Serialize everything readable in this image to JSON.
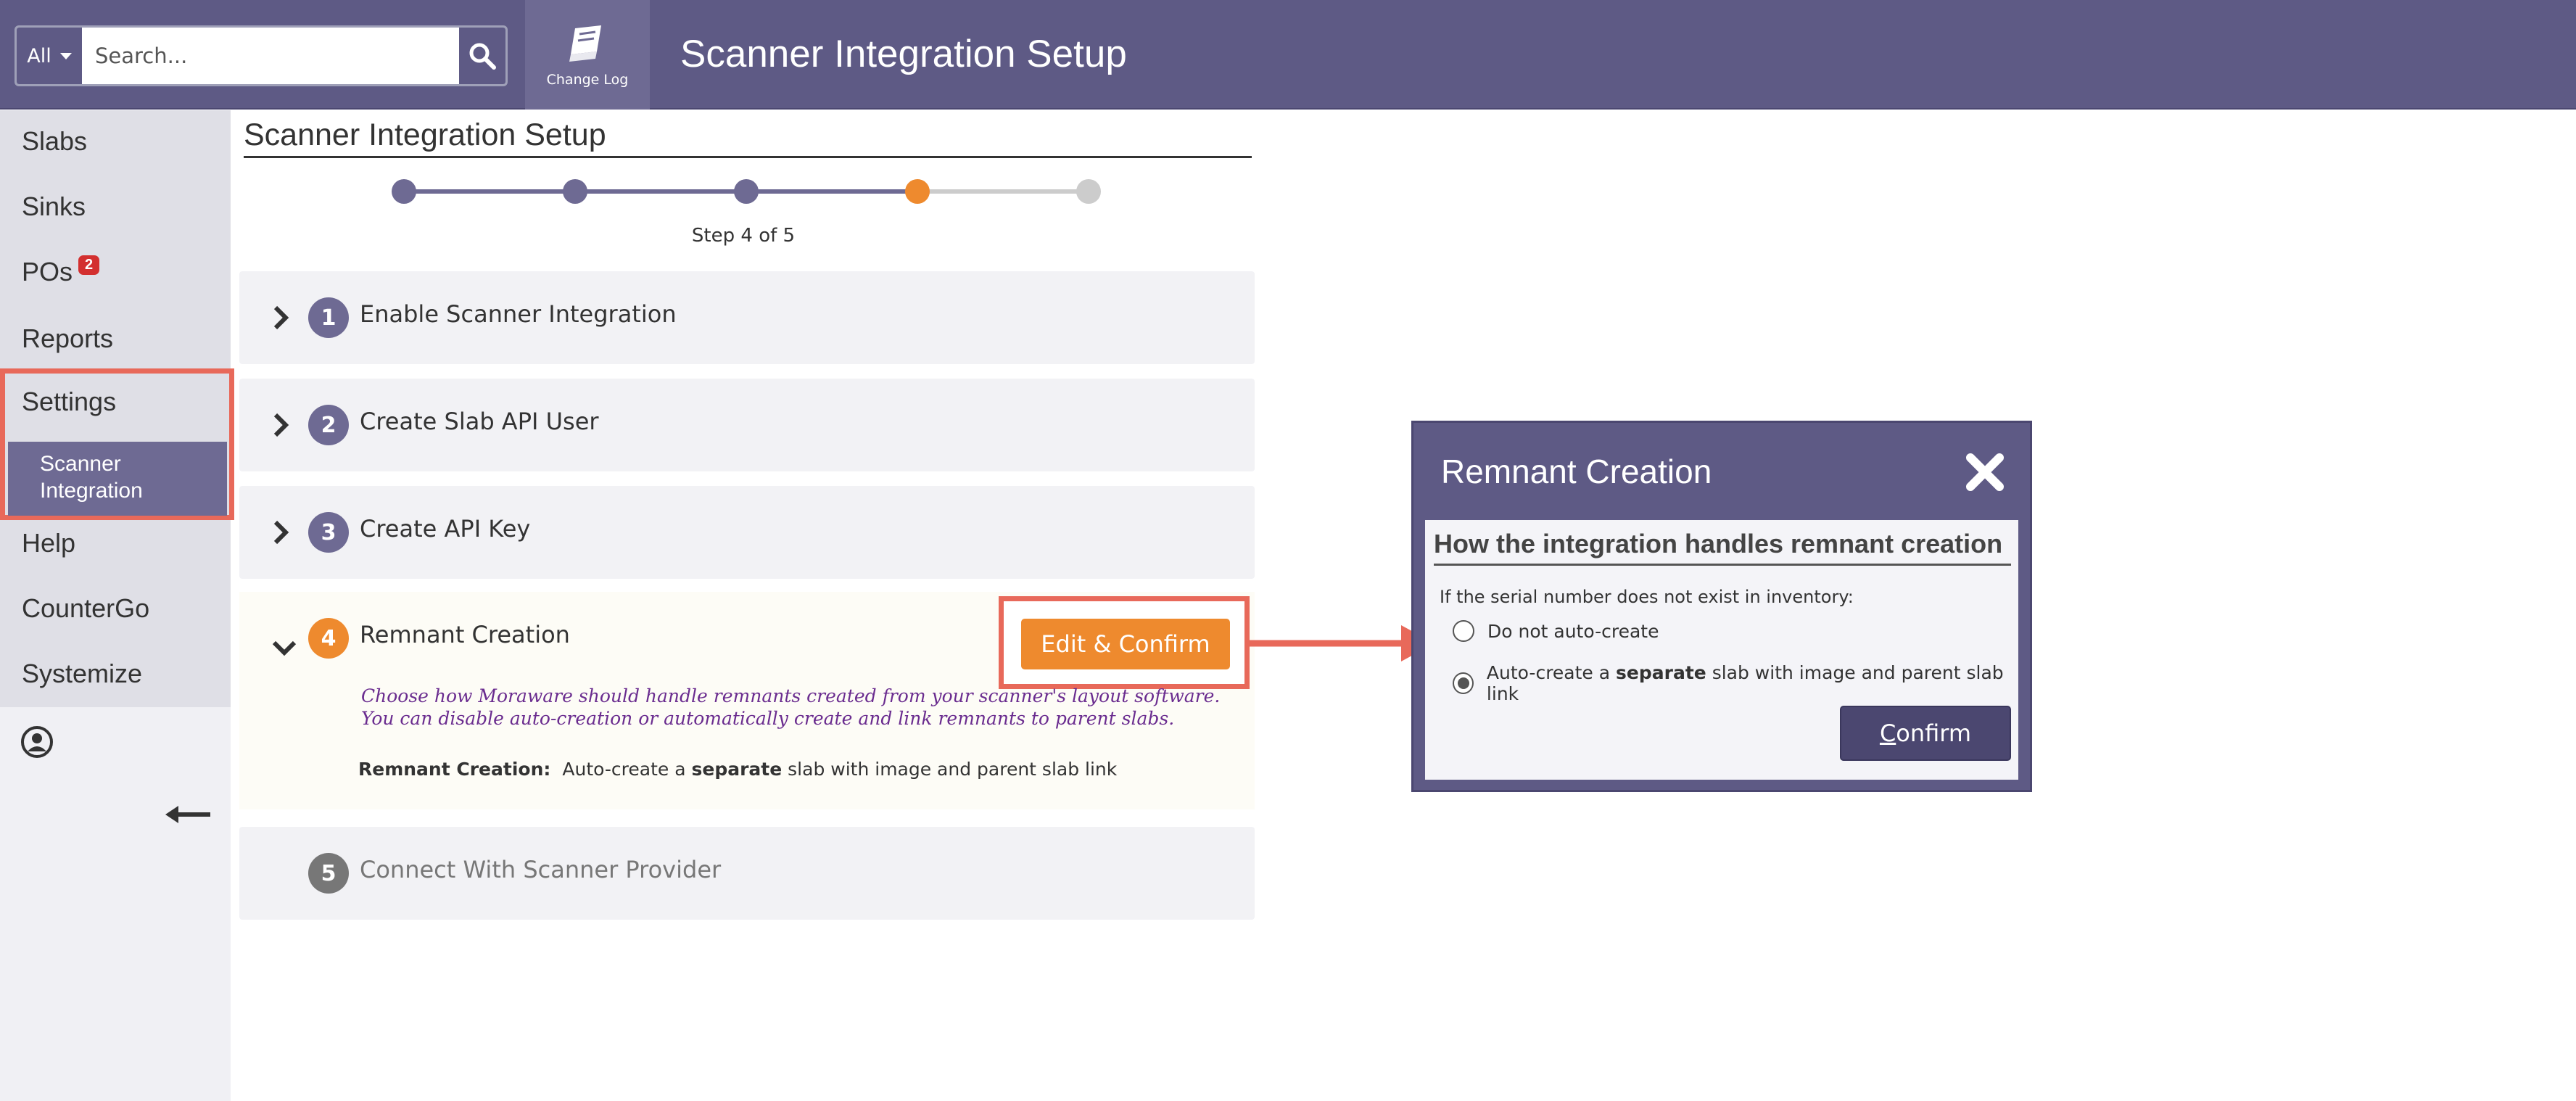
{
  "colors": {
    "header": "#5e5a85",
    "accent": "#ee8a2e",
    "highlight": "#e8695a",
    "step_done": "#6e6a93",
    "step_todo": "#cccccc"
  },
  "header": {
    "search_scope": "All",
    "search_placeholder": "Search...",
    "changelog_label": "Change Log",
    "title": "Scanner Integration Setup"
  },
  "sidebar": {
    "items": [
      {
        "label": "Slabs"
      },
      {
        "label": "Sinks"
      },
      {
        "label": "POs",
        "badge": "2"
      },
      {
        "label": "Reports"
      },
      {
        "label": "Settings"
      },
      {
        "label": "Help"
      },
      {
        "label": "CounterGo"
      },
      {
        "label": "Systemize"
      }
    ],
    "sub_item_line1": "Scanner",
    "sub_item_line2": "Integration"
  },
  "main": {
    "page_title": "Scanner Integration Setup",
    "stepper": {
      "current": 4,
      "total": 5,
      "caption": "Step 4 of 5"
    },
    "steps": [
      {
        "num": "1",
        "title": "Enable Scanner Integration"
      },
      {
        "num": "2",
        "title": "Create Slab API User"
      },
      {
        "num": "3",
        "title": "Create API Key"
      },
      {
        "num": "4",
        "title": "Remnant Creation"
      },
      {
        "num": "5",
        "title": "Connect With Scanner Provider"
      }
    ],
    "edit_button": "Edit & Confirm",
    "description_line1": "Choose how Moraware should handle remnants created from your scanner's layout software.",
    "description_line2": "You can disable auto-creation or automatically create and link remnants to parent slabs.",
    "remnant_label": "Remnant Creation:",
    "remnant_value_pre": "Auto-create a ",
    "remnant_value_bold": "separate",
    "remnant_value_post": " slab with image and parent slab link"
  },
  "dialog": {
    "title": "Remnant Creation",
    "heading": "How the integration handles remnant creation",
    "question": "If the serial number does not exist in inventory:",
    "option1": "Do not auto-create",
    "option2_pre": "Auto-create a ",
    "option2_bold": "separate",
    "option2_post": " slab with image and parent slab link",
    "confirm_first": "C",
    "confirm_rest": "onfirm"
  }
}
